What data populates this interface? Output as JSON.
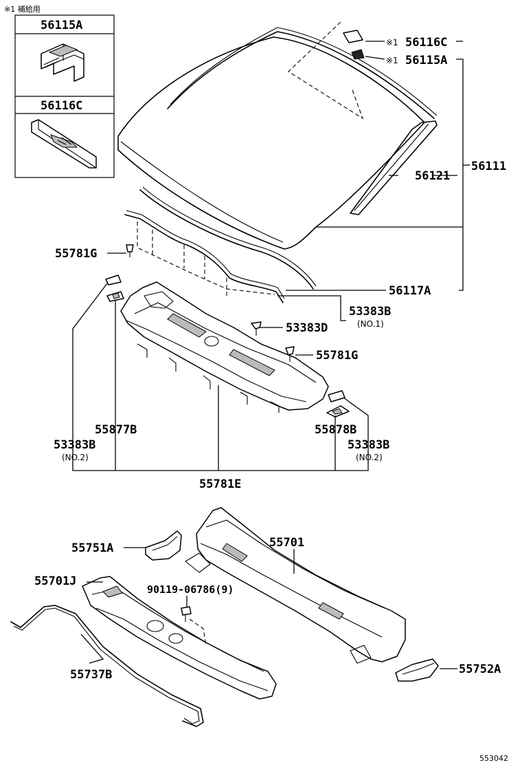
{
  "legend": {
    "note": "※1 補給用",
    "box_top_label": "56115A",
    "box_bottom_label": "56116C"
  },
  "callouts": {
    "p56116C": "56116C",
    "p56115A": "56115A",
    "mark": "※1",
    "p56111": "56111",
    "p56121": "56121",
    "p56117A": "56117A",
    "p55781G_left": "55781G",
    "p55781G_right": "55781G",
    "p53383B_top": "53383B",
    "p53383B_top_sub": "(NO.1)",
    "p53383D": "53383D",
    "p53383B_left": "53383B",
    "p53383B_left_sub": "(NO.2)",
    "p55877B": "55877B",
    "p55878B": "55878B",
    "p53383B_right": "53383B",
    "p53383B_right_sub": "(NO.2)",
    "p55781E": "55781E",
    "p55751A": "55751A",
    "p55701": "55701",
    "p55701J": "55701J",
    "p90119": "90119-06786(9)",
    "p55737B": "55737B",
    "p55752A": "55752A"
  },
  "footer": {
    "diagram_code": "553042"
  }
}
